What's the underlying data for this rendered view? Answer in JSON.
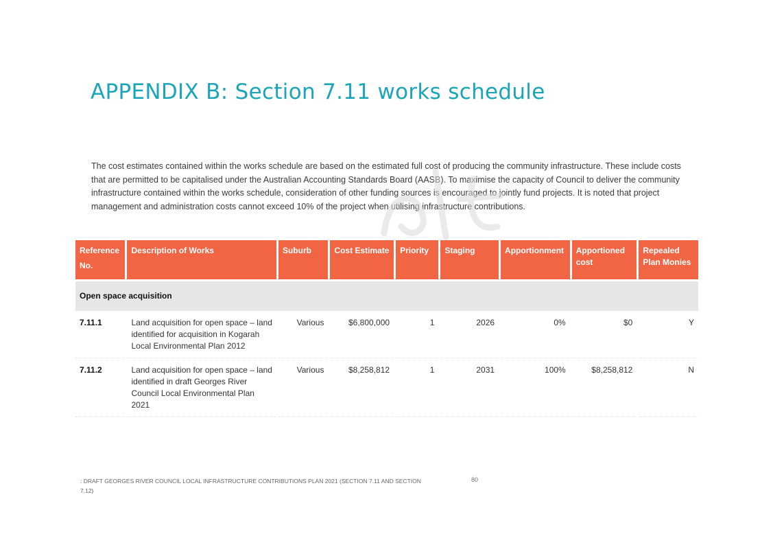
{
  "heading": "APPENDIX B: Section 7.11 works schedule",
  "intro": "The cost estimates contained within the works schedule are based on the estimated full cost of producing the community infrastructure. These include costs that are permitted to be capitalised under the Australian Accounting Standards Board (AASB). To maximise the capacity of Council to deliver the community infrastructure contained within the works schedule, consideration of other funding sources is encouraged to jointly fund projects. It is noted that project management and administration costs cannot exceed 10% of the project when utilising infrastructure contributions.",
  "table": {
    "header_color": "#f26544",
    "section_color": "#e6e6e6",
    "headers": {
      "reference": "Reference No.",
      "description": "Description of Works",
      "suburb": "Suburb",
      "cost_estimate": "Cost Estimate",
      "priority": "Priority",
      "staging": "Staging",
      "apportionment": "Apportionment",
      "apportioned_cost": "Apportioned cost",
      "repealed": "Repealed Plan Monies"
    },
    "section_title": "Open space acquisition",
    "rows": [
      {
        "reference": "7.11.1",
        "description": "Land acquisition for open space – land identified for acquisition in Kogarah Local Environmental Plan 2012",
        "suburb": "Various",
        "cost_estimate": "$6,800,000",
        "priority": "1",
        "staging": "2026",
        "apportionment": "0%",
        "apportioned_cost": "$0",
        "repealed": "Y"
      },
      {
        "reference": "7.11.2",
        "description": "Land acquisition for open space – land identified in draft Georges River Council Local Environmental Plan 2021",
        "suburb": "Various",
        "cost_estimate": "$8,258,812",
        "priority": "1",
        "staging": "2031",
        "apportionment": "100%",
        "apportioned_cost": "$8,258,812",
        "repealed": "N"
      }
    ]
  },
  "footer": {
    "text": ": DRAFT GEORGES RIVER COUNCIL LOCAL INFRASTRUCTURE CONTRIBUTIONS PLAN 2021 (SECTION 7.11 AND SECTION 7.12)",
    "page_number": "80"
  }
}
